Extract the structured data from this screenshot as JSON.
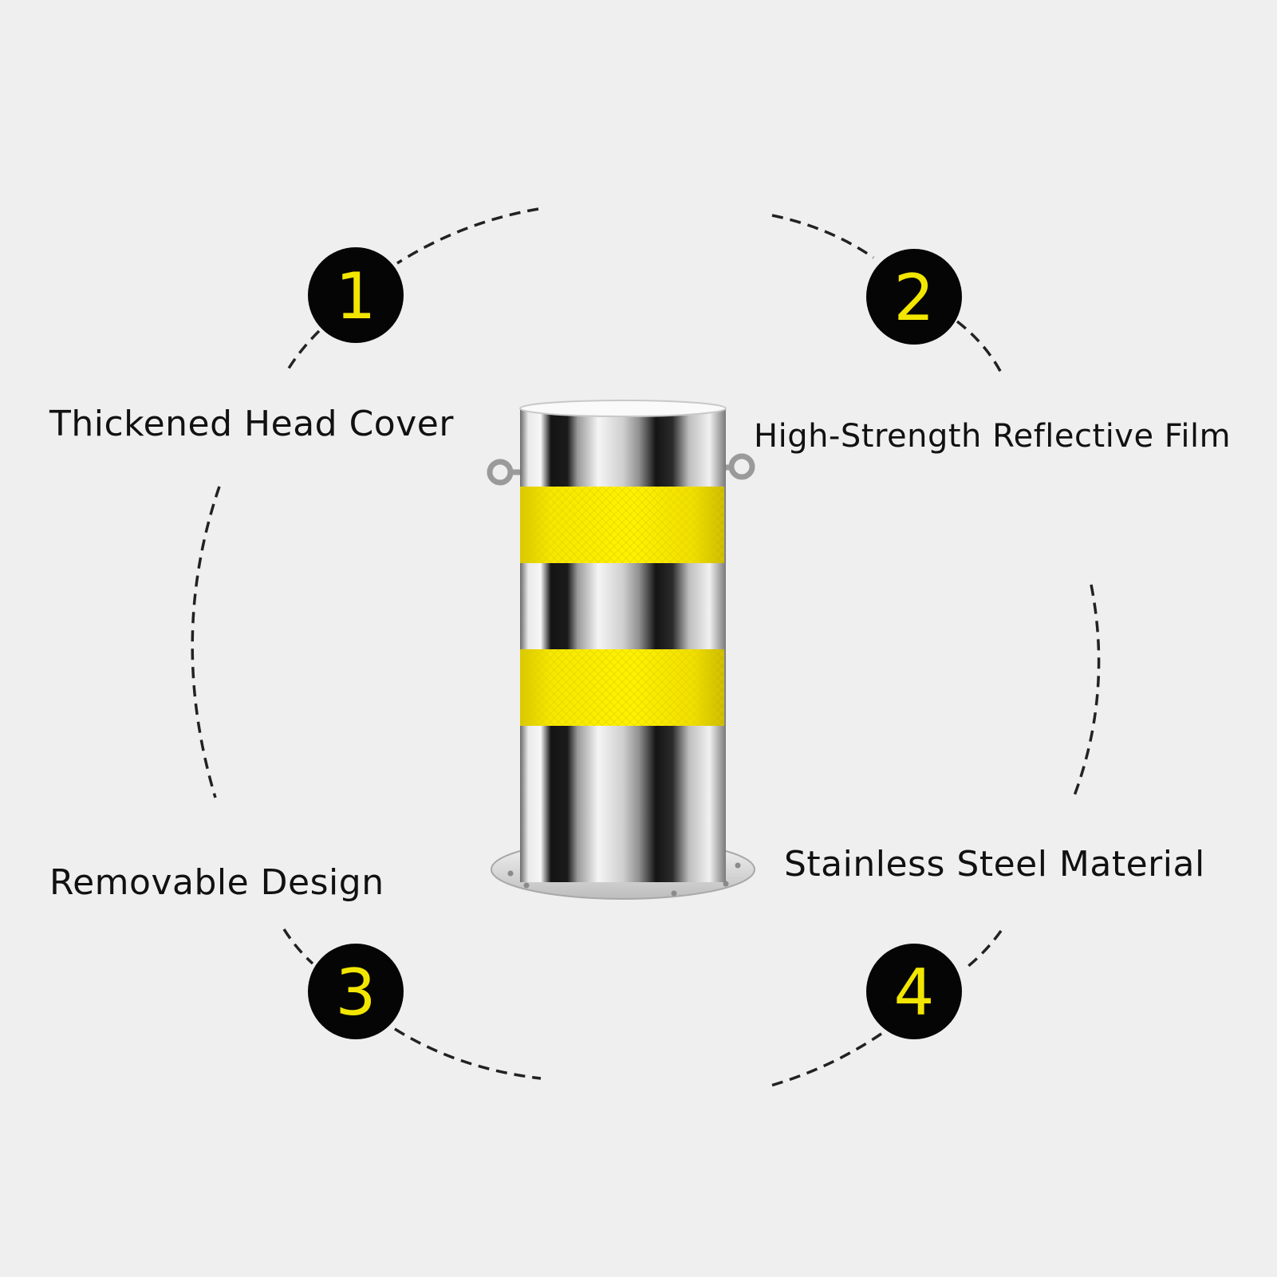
{
  "colors": {
    "background": "#efefef",
    "badge_fill": "#050505",
    "badge_number": "#f2e600",
    "label_text": "#111111",
    "dash_line": "#222222",
    "reflective_band": "#f5e400",
    "steel_light": "#f4f4f4",
    "steel_dark": "#1a1a1a"
  },
  "features": [
    {
      "number": "1",
      "label": "Thickened Head Cover"
    },
    {
      "number": "2",
      "label": "High-Strength Reflective Film"
    },
    {
      "number": "3",
      "label": "Removable Design"
    },
    {
      "number": "4",
      "label": "Stainless Steel Material"
    }
  ],
  "product": {
    "name": "stainless-steel-bollard",
    "reflective_band_count": 2,
    "lifting_ring_count": 2
  }
}
